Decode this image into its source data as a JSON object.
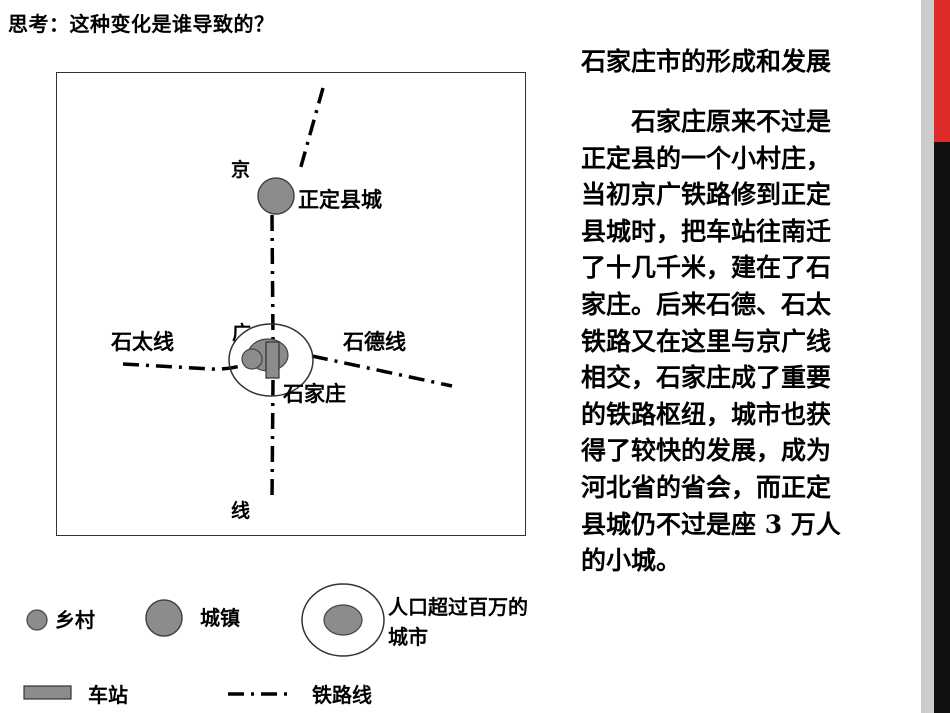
{
  "question": "思考：这种变化是谁导致的？",
  "map": {
    "labels": {
      "jing": "京",
      "guang": "广",
      "xian": "线",
      "zhengding": "正定县城",
      "shijiazhuang": "石家庄",
      "shitai": "石太线",
      "shide": "石德线"
    }
  },
  "legend": {
    "village": "乡村",
    "town": "城镇",
    "city_line1": "人口超过百万的",
    "city_line2": "城市",
    "station": "车站",
    "railway": "铁路线"
  },
  "article": {
    "title": "石家庄市的形成和发展",
    "lines": [
      "　　石家庄原来不过是",
      "正定县的一个小村庄，",
      "当初京广铁路修到正定",
      "县城时，把车站往南迁",
      "了十几千米，建在了石",
      "家庄。后来石德、石太",
      "铁路又在这里与京广线",
      "相交，石家庄成了重要",
      "的铁路枢纽，城市也获",
      "得了较快的发展，成为",
      "河北省的省会，而正定",
      "县城仍不过是座 3 万人",
      "的小城。"
    ]
  },
  "colors": {
    "marker_fill": "#8c8c8c",
    "accent": "#e02b2b",
    "side_bar": "#cccccc"
  }
}
